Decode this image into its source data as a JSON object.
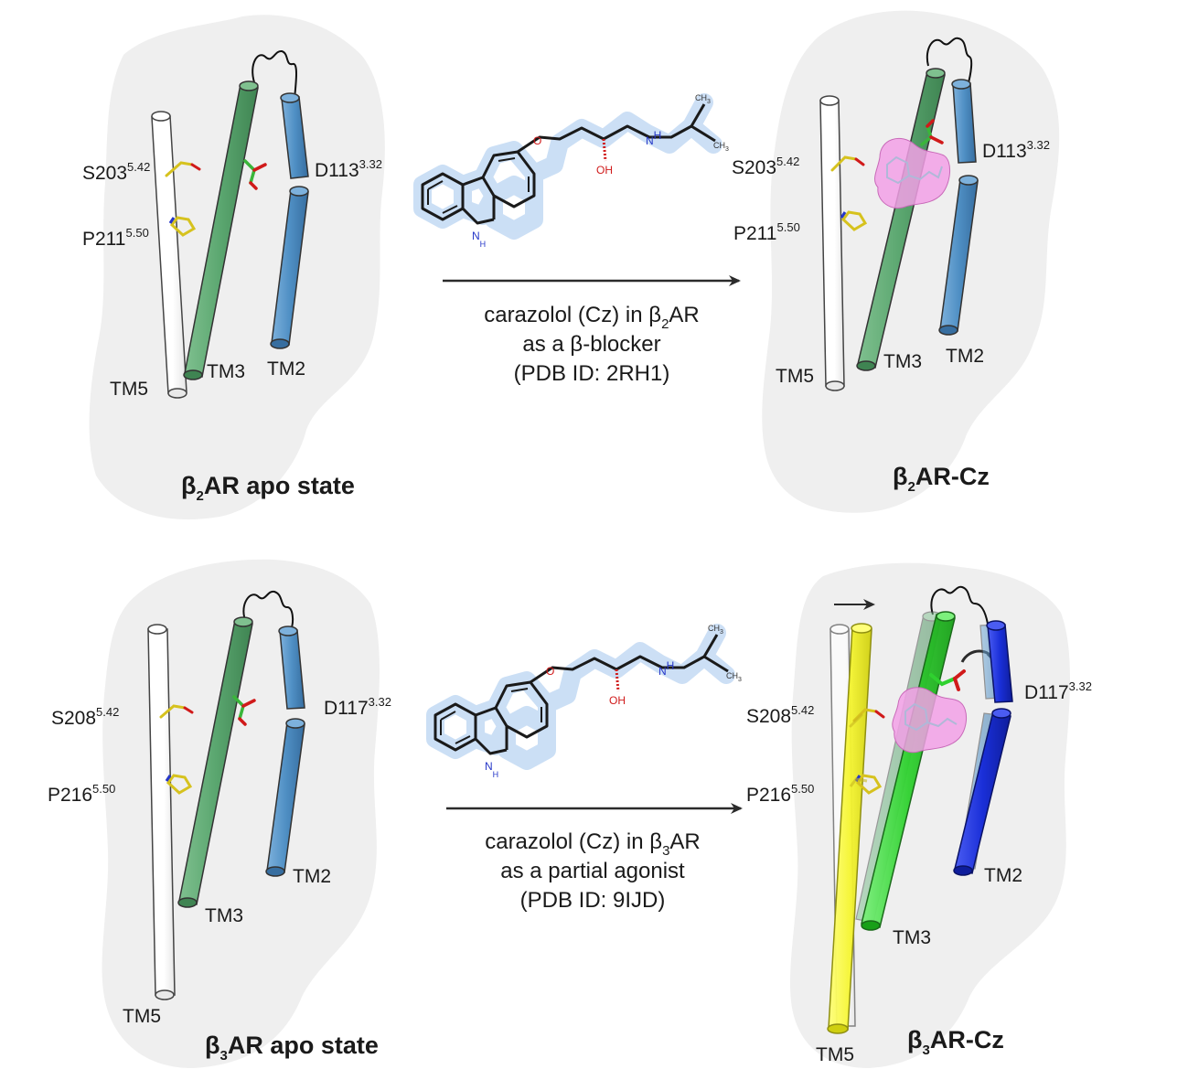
{
  "panels": {
    "b2_apo": {
      "title_main": "β",
      "title_sub": "2",
      "title_rest": "AR apo state",
      "tm5": "TM5",
      "tm3": "TM3",
      "tm2": "TM2",
      "ser": "S203",
      "ser_sup": "5.42",
      "pro": "P211",
      "pro_sup": "5.50",
      "asp": "D113",
      "asp_sup": "3.32"
    },
    "b2_cz": {
      "title_main": "β",
      "title_sub": "2",
      "title_rest": "AR-Cz",
      "tm5": "TM5",
      "tm3": "TM3",
      "tm2": "TM2",
      "ser": "S203",
      "ser_sup": "5.42",
      "pro": "P211",
      "pro_sup": "5.50",
      "asp": "D113",
      "asp_sup": "3.32"
    },
    "b3_apo": {
      "title_main": "β",
      "title_sub": "3",
      "title_rest": "AR apo state",
      "tm5": "TM5",
      "tm3": "TM3",
      "tm2": "TM2",
      "ser": "S208",
      "ser_sup": "5.42",
      "pro": "P216",
      "pro_sup": "5.50",
      "asp": "D117",
      "asp_sup": "3.32"
    },
    "b3_cz": {
      "title_main": "β",
      "title_sub": "3",
      "title_rest": "AR-Cz",
      "tm5": "TM5",
      "tm3": "TM3",
      "tm2": "TM2",
      "ser": "S208",
      "ser_sup": "5.42",
      "pro": "P216",
      "pro_sup": "5.50",
      "asp": "D117",
      "asp_sup": "3.32"
    }
  },
  "arrows": {
    "top": {
      "line1_a": "carazolol (Cz) in β",
      "line1_sub": "2",
      "line1_b": "AR",
      "line2": "as a β-blocker",
      "line3": "(PDB ID: 2RH1)"
    },
    "bottom": {
      "line1_a": "carazolol (Cz) in β",
      "line1_sub": "3",
      "line1_b": "AR",
      "line2": "as a partial agonist",
      "line3": "(PDB ID: 9IJD)"
    }
  },
  "molecule": {
    "o": "O",
    "oh": "OH",
    "n": "N",
    "h": "H",
    "ch3": "CH",
    "ch3_sub": "3"
  },
  "colors": {
    "membrane": "#efefef",
    "tm5_apo": "#ffffff",
    "tm3": "#5aa66f",
    "tm2": "#4f8fc4",
    "tm5_cz": "#f5f530",
    "tm3_cz": "#2fd12f",
    "tm2_cz": "#1a2fd8",
    "ligand_density": "#f2a0e6",
    "molecule_halo": "#c6dcf4"
  }
}
